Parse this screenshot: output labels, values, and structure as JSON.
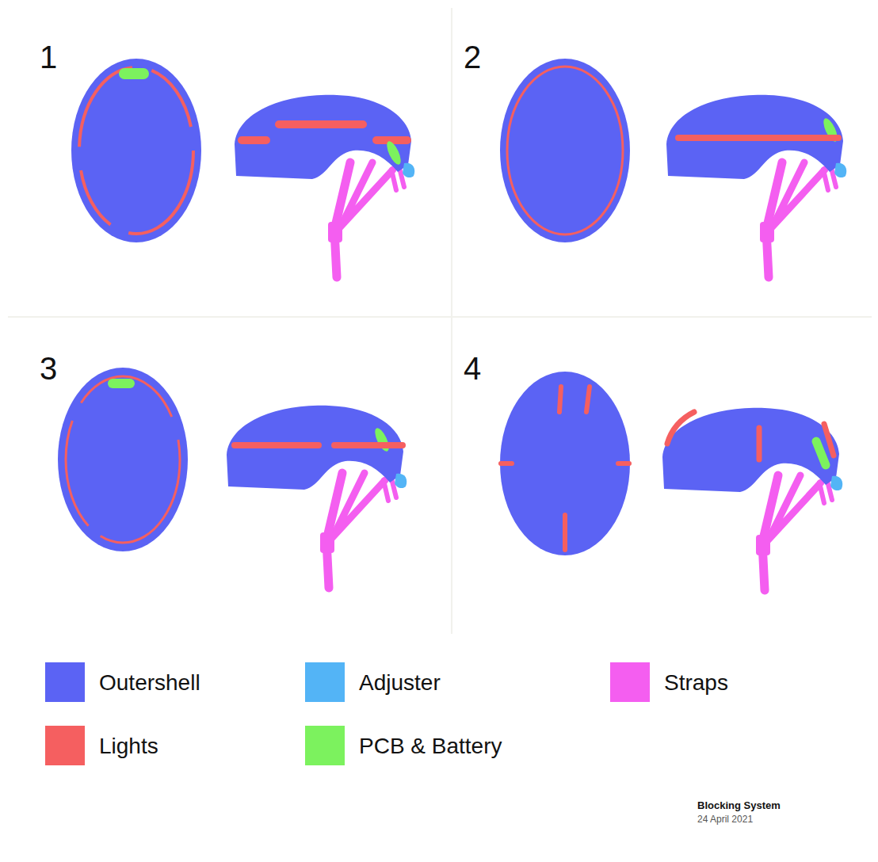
{
  "diagram": {
    "title": "Blocking System",
    "labels": [
      "1",
      "2",
      "3",
      "4",
      "24 April 2021"
    ],
    "legend": [
      {
        "text": "Outershell",
        "color": "#5b63f4"
      },
      {
        "text": "Lights",
        "color": "#f55f60"
      },
      {
        "text": "Adjuster",
        "color": "#53b4f6"
      },
      {
        "text": "PCB & Battery",
        "color": "#7cf25e"
      },
      {
        "text": "Straps",
        "color": "#f45ef0"
      }
    ]
  }
}
